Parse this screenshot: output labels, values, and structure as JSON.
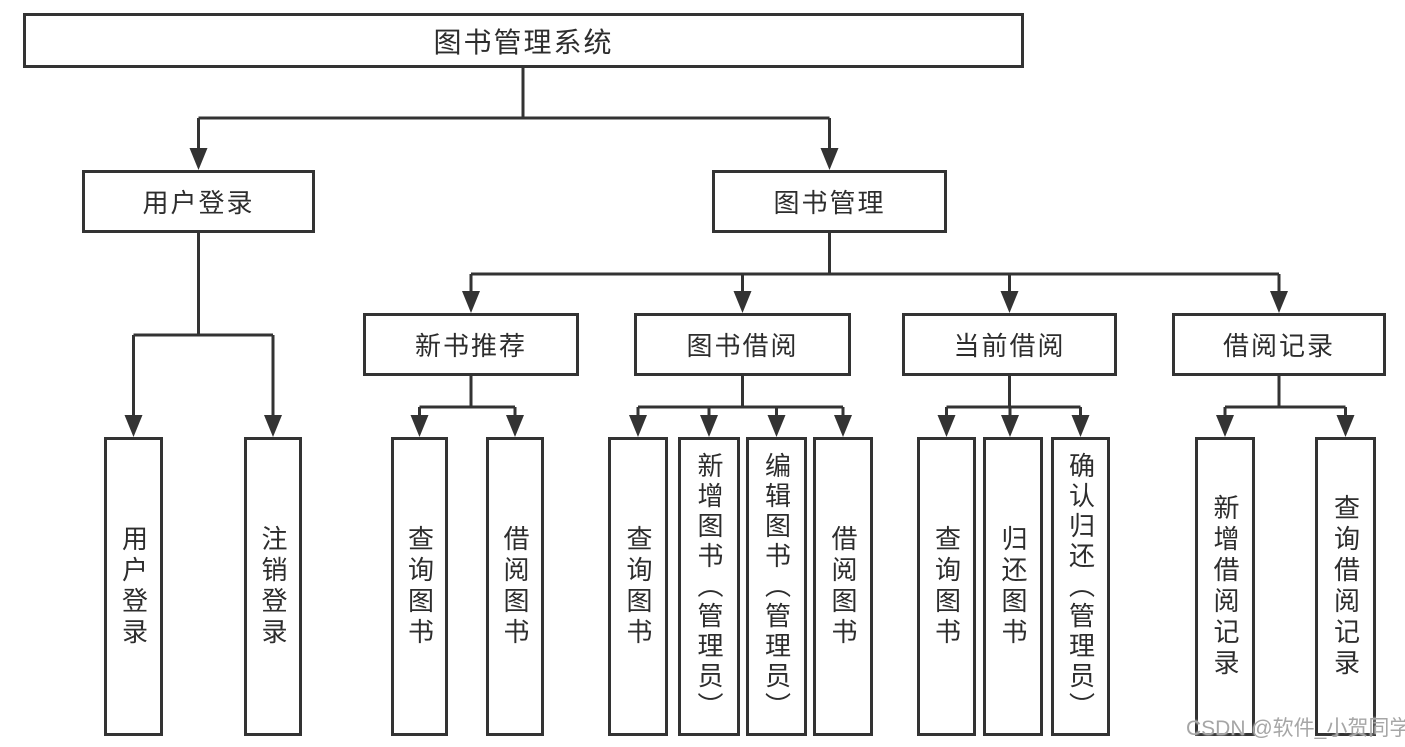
{
  "diagram": {
    "root": {
      "label": "图书管理系统"
    },
    "branches": [
      {
        "label": "用户登录",
        "children": [
          {
            "label": "用户登录"
          },
          {
            "label": "注销登录"
          }
        ]
      },
      {
        "label": "图书管理",
        "children": [
          {
            "label": "新书推荐",
            "children": [
              {
                "label": "查询图书"
              },
              {
                "label": "借阅图书"
              }
            ]
          },
          {
            "label": "图书借阅",
            "children": [
              {
                "label": "查询图书"
              },
              {
                "label": "新增图书（管理员）"
              },
              {
                "label": "编辑图书（管理员）"
              },
              {
                "label": "借阅图书"
              }
            ]
          },
          {
            "label": "当前借阅",
            "children": [
              {
                "label": "查询图书"
              },
              {
                "label": "归还图书"
              },
              {
                "label": "确认归还（管理员）"
              }
            ]
          },
          {
            "label": "借阅记录",
            "children": [
              {
                "label": "新增借阅记录"
              },
              {
                "label": "查询借阅记录"
              }
            ]
          }
        ]
      }
    ]
  },
  "watermark": {
    "text": "CSDN @软件_小贺同学"
  },
  "colors": {
    "line": "#333333",
    "box_border": "#333333",
    "text": "#2d2d2d",
    "background": "#ffffff",
    "watermark": "#a6a6a6"
  }
}
